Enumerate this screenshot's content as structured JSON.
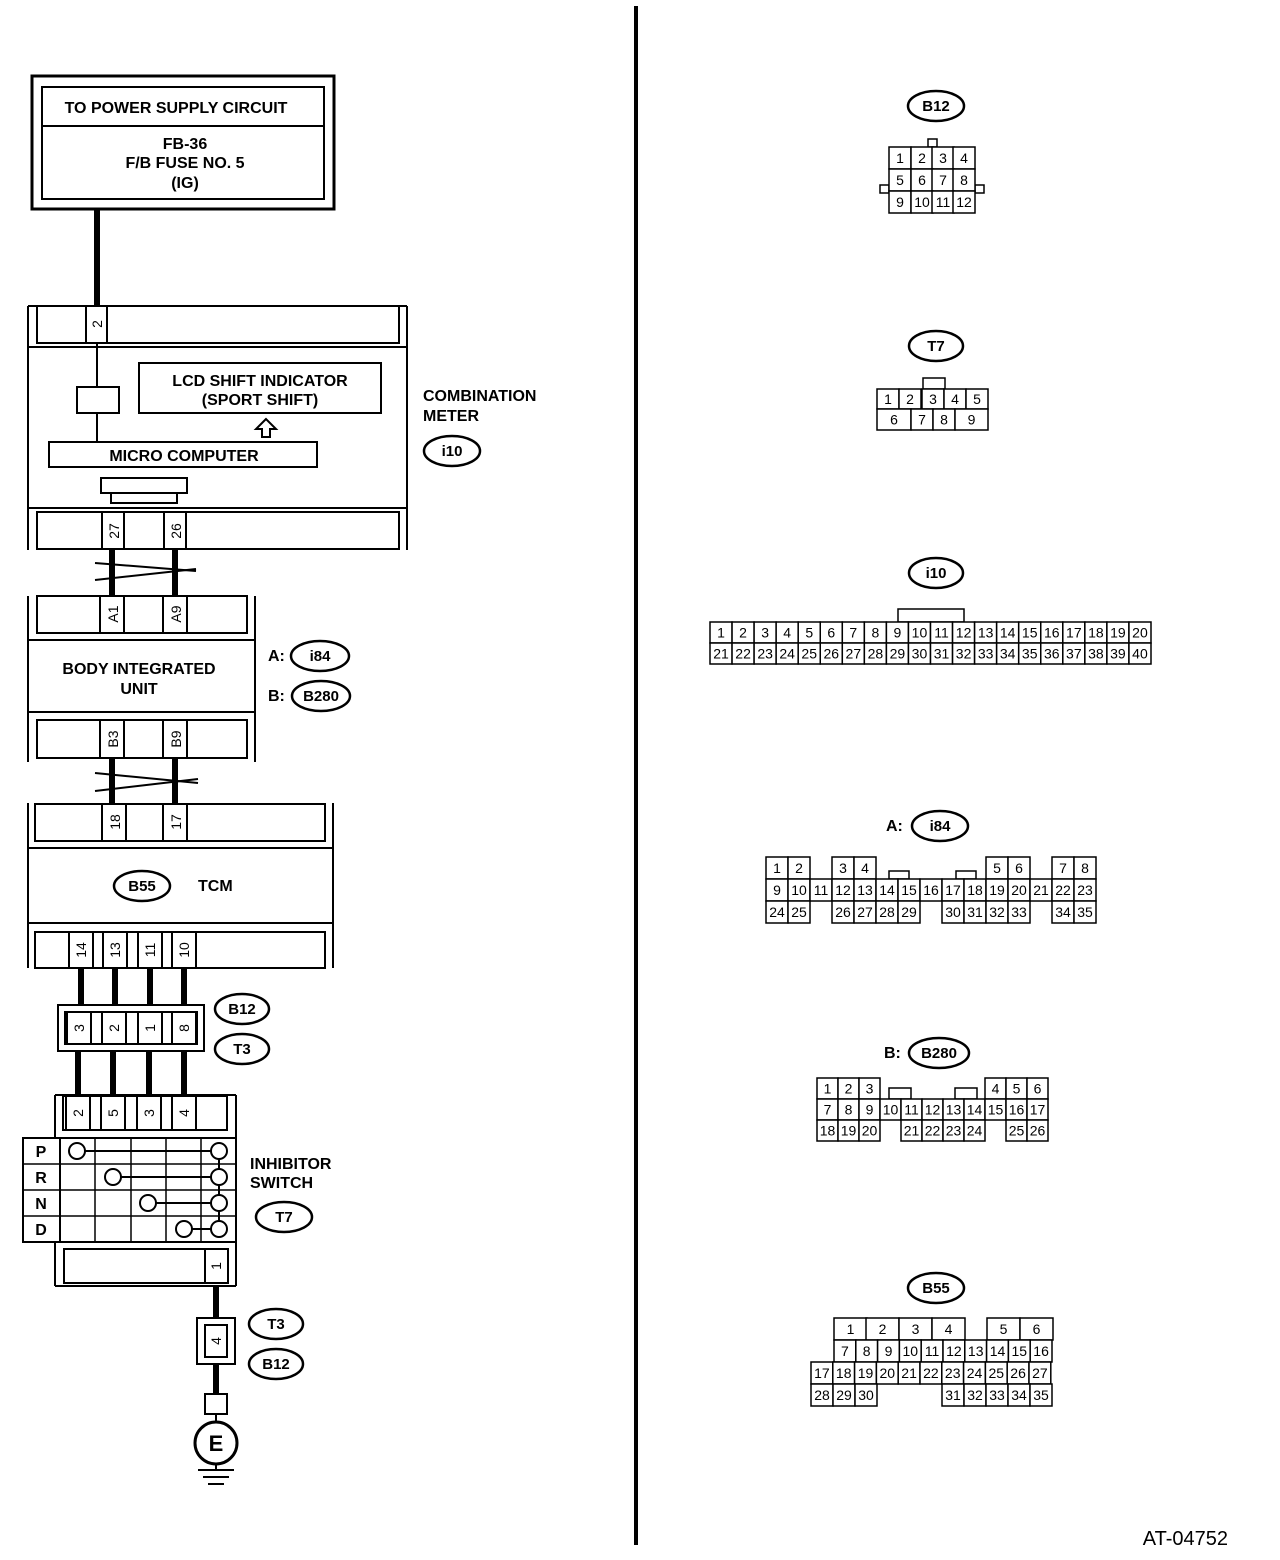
{
  "power_supply": {
    "title": "TO POWER SUPPLY CIRCUIT",
    "line1": "FB-36",
    "line2": "F/B FUSE NO. 5",
    "line3": "(IG)"
  },
  "combination_meter": {
    "top_pin": "2",
    "lcd_line1": "LCD SHIFT INDICATOR",
    "lcd_line2": "(SPORT SHIFT)",
    "micro": "MICRO COMPUTER",
    "label_line1": "COMBINATION",
    "label_line2": "METER",
    "connector": "i10",
    "bottom_pins": [
      "27",
      "26"
    ]
  },
  "body_integrated_unit": {
    "top_pins": [
      "A1",
      "A9"
    ],
    "label_line1": "BODY INTEGRATED",
    "label_line2": "UNIT",
    "conn_a_prefix": "A:",
    "conn_a": "i84",
    "conn_b_prefix": "B:",
    "conn_b": "B280",
    "bottom_pins": [
      "B3",
      "B9"
    ]
  },
  "tcm": {
    "top_pins": [
      "18",
      "17"
    ],
    "connector": "B55",
    "label": "TCM",
    "bottom_pins": [
      "14",
      "13",
      "11",
      "10"
    ]
  },
  "joint_connector": {
    "pins": [
      "3",
      "2",
      "1",
      "8"
    ],
    "tag_top": "B12",
    "tag_bottom": "T3"
  },
  "inhibitor_switch": {
    "pins": [
      "2",
      "5",
      "3",
      "4"
    ],
    "positions": [
      "P",
      "R",
      "N",
      "D"
    ],
    "label_line1": "INHIBITOR",
    "label_line2": "SWITCH",
    "connector": "T7",
    "bottom_pin": "1"
  },
  "ground": {
    "tag_top": "T3",
    "tag_bottom": "B12",
    "pin": "4",
    "symbol": "E"
  },
  "connector_views": {
    "b12": {
      "tag": "B12",
      "rows": [
        [
          "1",
          "2",
          "3",
          "4"
        ],
        [
          "5",
          "6",
          "7",
          "8"
        ],
        [
          "9",
          "10",
          "11",
          "12"
        ]
      ]
    },
    "t7": {
      "tag": "T7",
      "rows": [
        [
          "1",
          "2",
          "3",
          "4",
          "5"
        ],
        [
          "6",
          "7",
          "8",
          "9"
        ]
      ]
    },
    "i10": {
      "tag": "i10",
      "rows": [
        [
          "1",
          "2",
          "3",
          "4",
          "5",
          "6",
          "7",
          "8",
          "9",
          "10",
          "11",
          "12",
          "13",
          "14",
          "15",
          "16",
          "17",
          "18",
          "19",
          "20"
        ],
        [
          "21",
          "22",
          "23",
          "24",
          "25",
          "26",
          "27",
          "28",
          "29",
          "30",
          "31",
          "32",
          "33",
          "34",
          "35",
          "36",
          "37",
          "38",
          "39",
          "40"
        ]
      ]
    },
    "i84": {
      "prefix": "A:",
      "tag": "i84",
      "rows": [
        [
          "1",
          "2",
          "",
          "3",
          "4",
          "",
          "",
          "",
          "",
          "",
          "",
          "5",
          "6",
          "",
          "7",
          "8"
        ],
        [
          "9",
          "10",
          "11",
          "12",
          "13",
          "14",
          "15",
          "16",
          "17",
          "18",
          "19",
          "20",
          "21",
          "22",
          "23"
        ],
        [
          "24",
          "25",
          "",
          "26",
          "27",
          "28",
          "29",
          "",
          "30",
          "31",
          "32",
          "33",
          "",
          "34",
          "35"
        ]
      ]
    },
    "b280": {
      "prefix": "B:",
      "tag": "B280",
      "rows": [
        [
          "1",
          "2",
          "3",
          "",
          "",
          "",
          "",
          "",
          "4",
          "5",
          "6"
        ],
        [
          "7",
          "8",
          "9",
          "10",
          "11",
          "12",
          "13",
          "14",
          "15",
          "16",
          "17"
        ],
        [
          "18",
          "19",
          "20",
          "",
          "21",
          "22",
          "23",
          "24",
          "",
          "25",
          "26"
        ]
      ]
    },
    "b55": {
      "tag": "B55",
      "rows": [
        [
          "1",
          "2",
          "3",
          "4",
          "",
          "5",
          "6"
        ],
        [
          "7",
          "8",
          "9",
          "10",
          "11",
          "12",
          "13",
          "14",
          "15",
          "16"
        ],
        [
          "17",
          "18",
          "19",
          "20",
          "21",
          "22",
          "23",
          "24",
          "25",
          "26",
          "27"
        ],
        [
          "28",
          "29",
          "30",
          "",
          "31",
          "32",
          "33",
          "34",
          "35"
        ]
      ]
    }
  },
  "figure_code": "AT-04752"
}
